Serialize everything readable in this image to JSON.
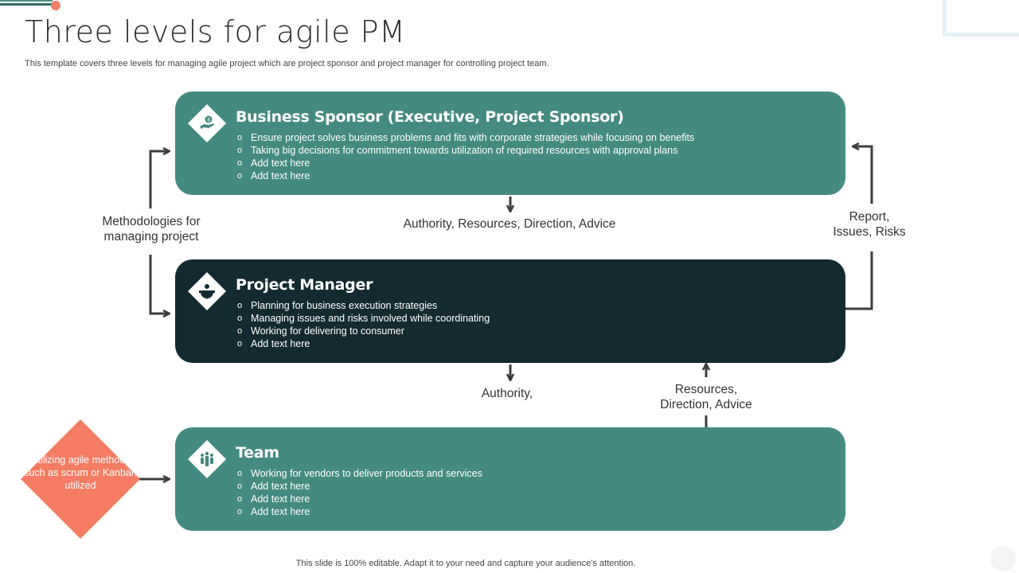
{
  "header": {
    "title": "Three levels for agile PM",
    "subtitle": "This template covers three levels for managing agile project which are project sponsor and project manager for controlling project team."
  },
  "levels": [
    {
      "title": "Business Sponsor (Executive, Project Sponsor)",
      "icon": "hand-money-icon",
      "color": "#458a80",
      "bullets": [
        "Ensure project solves business problems and fits with corporate strategies while focusing on benefits",
        "Taking big decisions for commitment towards utilization of required resources with approval  plans",
        "Add text here",
        "Add text here"
      ]
    },
    {
      "title": "Project Manager",
      "icon": "manager-gear-icon",
      "color": "#132a31",
      "bullets": [
        "Planning for business execution strategies",
        "Managing issues and risks involved  while coordinating",
        "Working for delivering  to consumer",
        "Add text here"
      ]
    },
    {
      "title": "Team",
      "icon": "team-people-icon",
      "color": "#458a80",
      "bullets": [
        "Working for vendors to deliver  products and services",
        "Add text here",
        "Add text here",
        "Add text here"
      ]
    }
  ],
  "connectors": {
    "sponsor_to_manager": "Authority,  Resources,  Direction, Advice",
    "manager_to_sponsor": "Report,\nIssues,  Risks",
    "methodologies": "Methodologies for\nmanaging project",
    "manager_to_team": "Authority,",
    "team_to_manager": "Resources,\nDirection, Advice"
  },
  "note": {
    "text": "Utilizing agile methods such as scrum or Kanban utilized",
    "color": "#f47c64"
  },
  "footer": {
    "text": "This slide is 100% editable. Adapt it to your need and capture your audience’s attention."
  }
}
